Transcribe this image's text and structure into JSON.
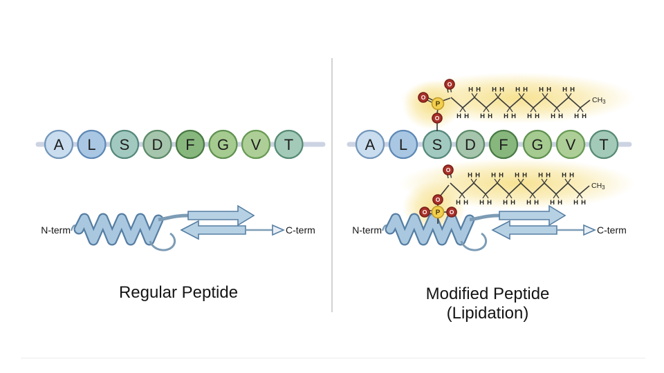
{
  "panels": {
    "left": {
      "title": "Regular Peptide",
      "n_term": "N-term",
      "c_term": "C-term"
    },
    "right": {
      "title_line1": "Modified Peptide",
      "title_line2": "(Lipidation)",
      "n_term": "N-term",
      "c_term": "C-term"
    }
  },
  "sequence": [
    {
      "letter": "A",
      "fill": "#c9ddef",
      "border": "#7396ba"
    },
    {
      "letter": "L",
      "fill": "#a9c7e3",
      "border": "#5d88b5"
    },
    {
      "letter": "S",
      "fill": "#a2c9c0",
      "border": "#55887b"
    },
    {
      "letter": "D",
      "fill": "#a6c5ad",
      "border": "#5c8a68"
    },
    {
      "letter": "F",
      "fill": "#88b77e",
      "border": "#487a44"
    },
    {
      "letter": "G",
      "fill": "#a5cb90",
      "border": "#5f9150"
    },
    {
      "letter": "V",
      "fill": "#adcf97",
      "border": "#689a54"
    },
    {
      "letter": "T",
      "fill": "#a3cab8",
      "border": "#568a74"
    }
  ],
  "lipid": {
    "h_label": "H",
    "ch3_main": "CH",
    "ch3_sub": "3",
    "o_label": "O",
    "p_label": "P",
    "top_h_pairs": 5,
    "bottom_h_pairs": 6
  },
  "colors": {
    "background": "#ffffff",
    "divider": "#c6c6c6",
    "card_edge": "rgba(0,0,0,0.06)",
    "backbone": "#ccd3e3",
    "ribbon_fill": "#a9c8e0",
    "ribbon_edge": "#567ea3",
    "arrow_fill": "#b7d1e4",
    "open_arrow_fill": "#e9eff5",
    "connector": "#7d9cb5",
    "bond": "#3c3c3c",
    "h_text": "#222222",
    "o_fill": "#a93129",
    "o_border": "#731d18",
    "o_text": "#ffffff",
    "p_fill": "#f2cf4d",
    "p_border": "#c09a2c",
    "p_text": "#4a3a08",
    "glow": "#f6e18c",
    "title_text": "#141414",
    "term_text": "#141414",
    "letter_text": "#1d1d1d"
  }
}
